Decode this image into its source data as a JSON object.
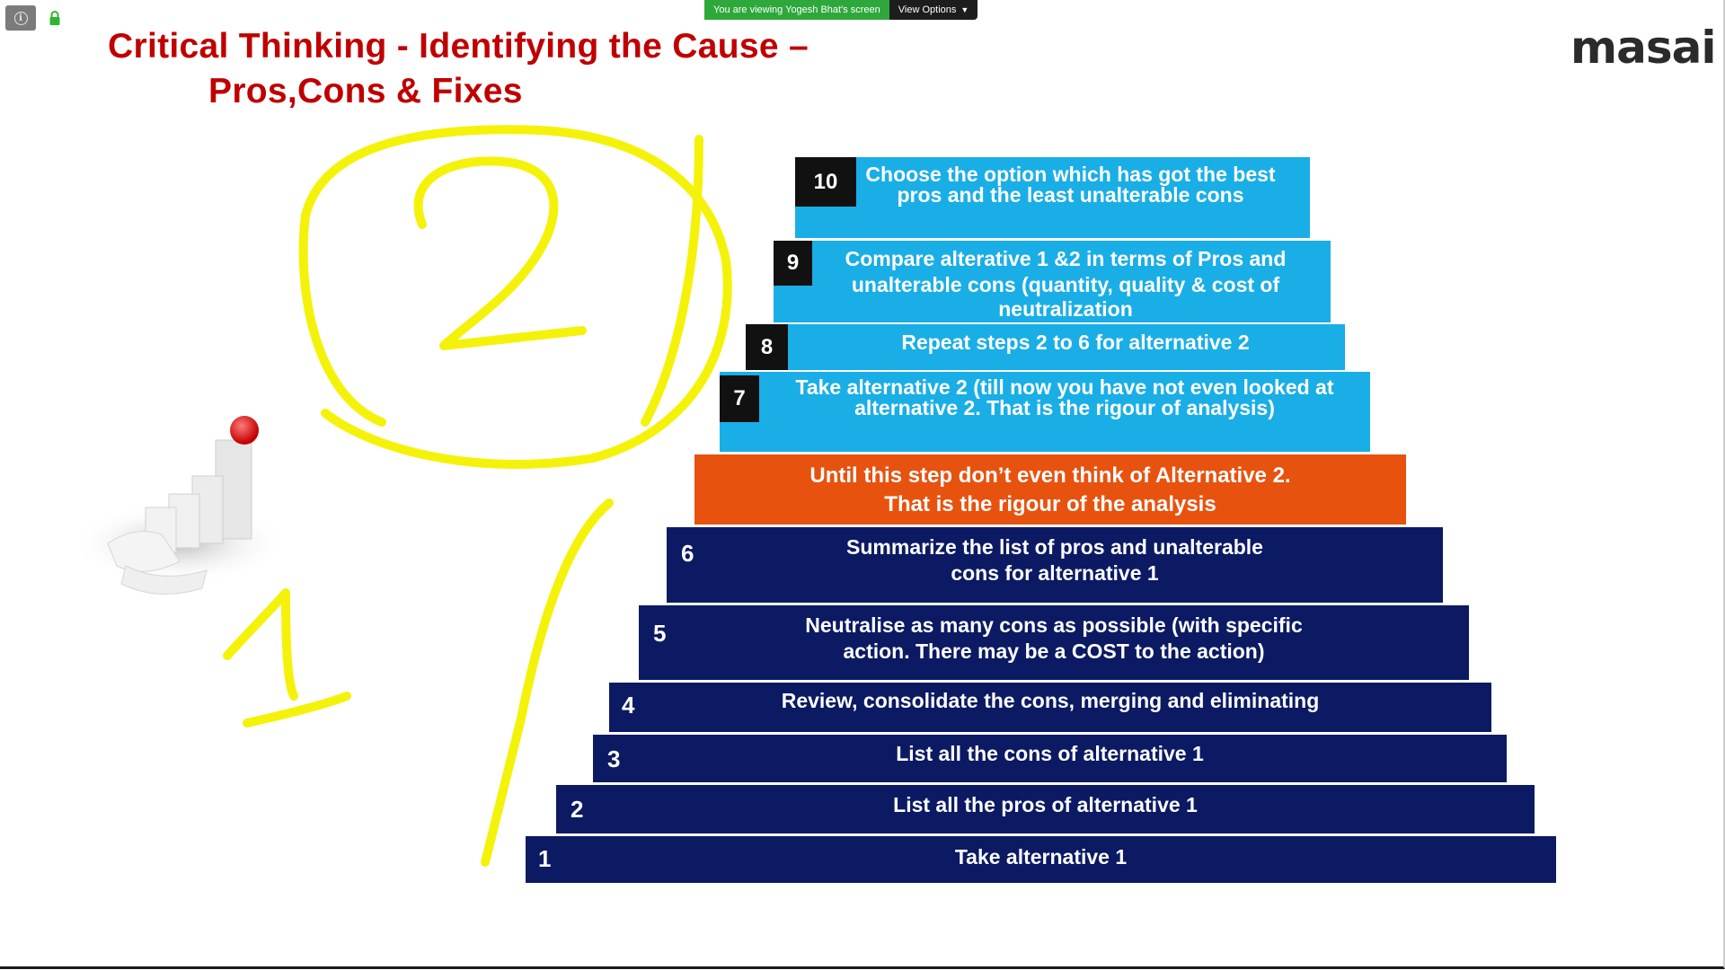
{
  "chrome": {
    "banner_text": "You are viewing Yogesh Bhat's screen",
    "view_options_label": "View Options"
  },
  "slide": {
    "title_line1": "Critical Thinking - Identifying the Cause –",
    "title_line2": "Pros,Cons & Fixes",
    "logo_text": "masai",
    "colors": {
      "title": "#c00000",
      "dark_step": "#0b1a63",
      "light_step": "#1aaee6",
      "orange_step": "#e8520f",
      "annotation": "#f5f20a"
    },
    "steps": [
      {
        "num": "1",
        "text": "Take alternative 1"
      },
      {
        "num": "2",
        "text": "List all the pros of alternative 1"
      },
      {
        "num": "3",
        "text": "List all the cons of alternative 1"
      },
      {
        "num": "4",
        "text": "Review, consolidate the cons, merging and eliminating"
      },
      {
        "num": "5",
        "text_line1": "Neutralise as many cons as possible (with specific",
        "text_line2": "action. There may be a COST to the action)"
      },
      {
        "num": "6",
        "text_line1": "Summarize the list of pros and unalterable",
        "text_line2": "cons for alternative 1"
      },
      {
        "text_line1": "Until this step don’t even think of Alternative 2.",
        "text_line2": "That is the rigour of the analysis"
      },
      {
        "num": "7",
        "text_line1": "Take alternative 2 (till now you have not even looked at",
        "text_line2": "alternative 2. That is the rigour of analysis)"
      },
      {
        "num": "8",
        "text": "Repeat steps 2 to 6 for alternative 2"
      },
      {
        "num": "9",
        "text_line1": "Compare alterative 1 &2 in terms of Pros and",
        "text_line2": "unalterable cons (quantity, quality & cost of",
        "text_line3": "neutralization"
      },
      {
        "num": "10",
        "text_line1": "Choose the option which has got the best",
        "text_line2": "pros and the least unalterable cons"
      }
    ]
  },
  "annotations": {
    "circled_number": "2",
    "handwritten_number": "1"
  }
}
